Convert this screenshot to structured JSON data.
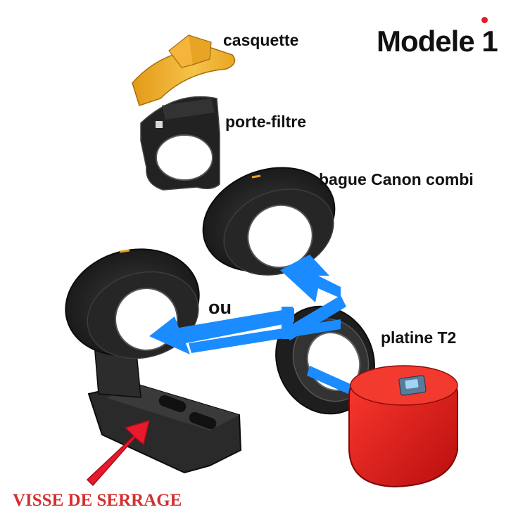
{
  "title": "Modele 1",
  "labels": {
    "casquette": "casquette",
    "porte_filtre": "porte-filtre",
    "bague": "bague Canon combi",
    "ou": "ou",
    "platine": "platine T2",
    "visse": "VISSE DE SERRAGE"
  },
  "colors": {
    "arrow_blue": "#1a8cff",
    "camera_red": "#e01515",
    "accent_red": "#e8192c",
    "part_black": "#1e1e1e",
    "casquette_yellow": "#f2b233",
    "text_red": "#d32f2f"
  }
}
